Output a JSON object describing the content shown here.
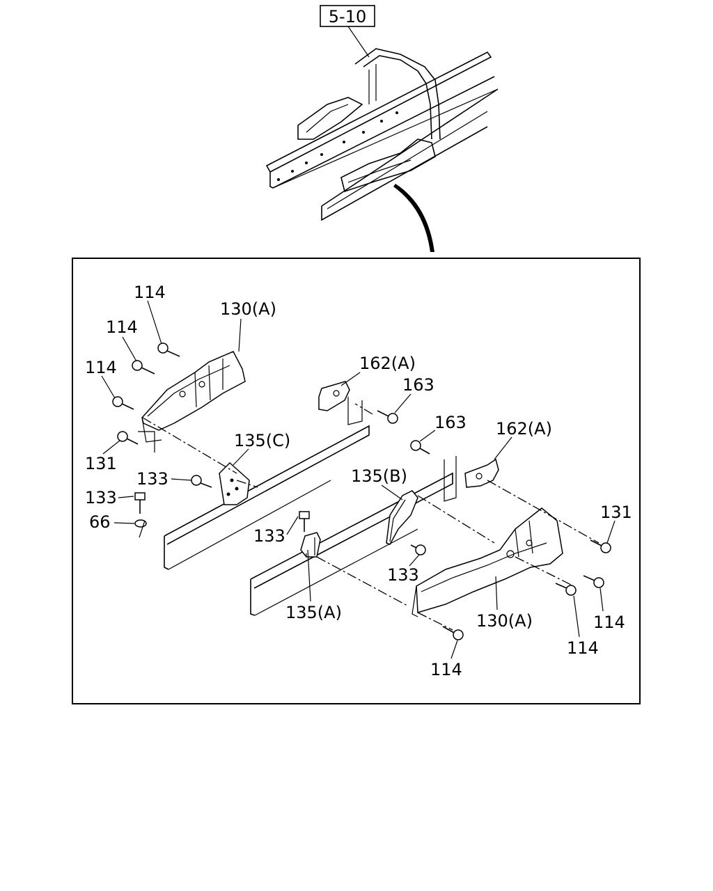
{
  "reference_box": {
    "label": "5-10"
  },
  "callouts": [
    {
      "id": "114-a",
      "text": "114"
    },
    {
      "id": "114-b",
      "text": "114"
    },
    {
      "id": "114-c",
      "text": "114"
    },
    {
      "id": "130a-left",
      "text": "130(A)"
    },
    {
      "id": "131-left",
      "text": "131"
    },
    {
      "id": "133-a",
      "text": "133"
    },
    {
      "id": "133-b",
      "text": "133"
    },
    {
      "id": "66",
      "text": "66"
    },
    {
      "id": "135c",
      "text": "135(C)"
    },
    {
      "id": "162a-left",
      "text": "162(A)"
    },
    {
      "id": "163-left",
      "text": "163"
    },
    {
      "id": "163-right",
      "text": "163"
    },
    {
      "id": "162a-right",
      "text": "162(A)"
    },
    {
      "id": "135b",
      "text": "135(B)"
    },
    {
      "id": "133-c",
      "text": "133"
    },
    {
      "id": "133-d",
      "text": "133"
    },
    {
      "id": "135a",
      "text": "135(A)"
    },
    {
      "id": "131-right",
      "text": "131"
    },
    {
      "id": "130a-right",
      "text": "130(A)"
    },
    {
      "id": "114-d",
      "text": "114"
    },
    {
      "id": "114-e",
      "text": "114"
    },
    {
      "id": "114-f",
      "text": "114"
    }
  ]
}
